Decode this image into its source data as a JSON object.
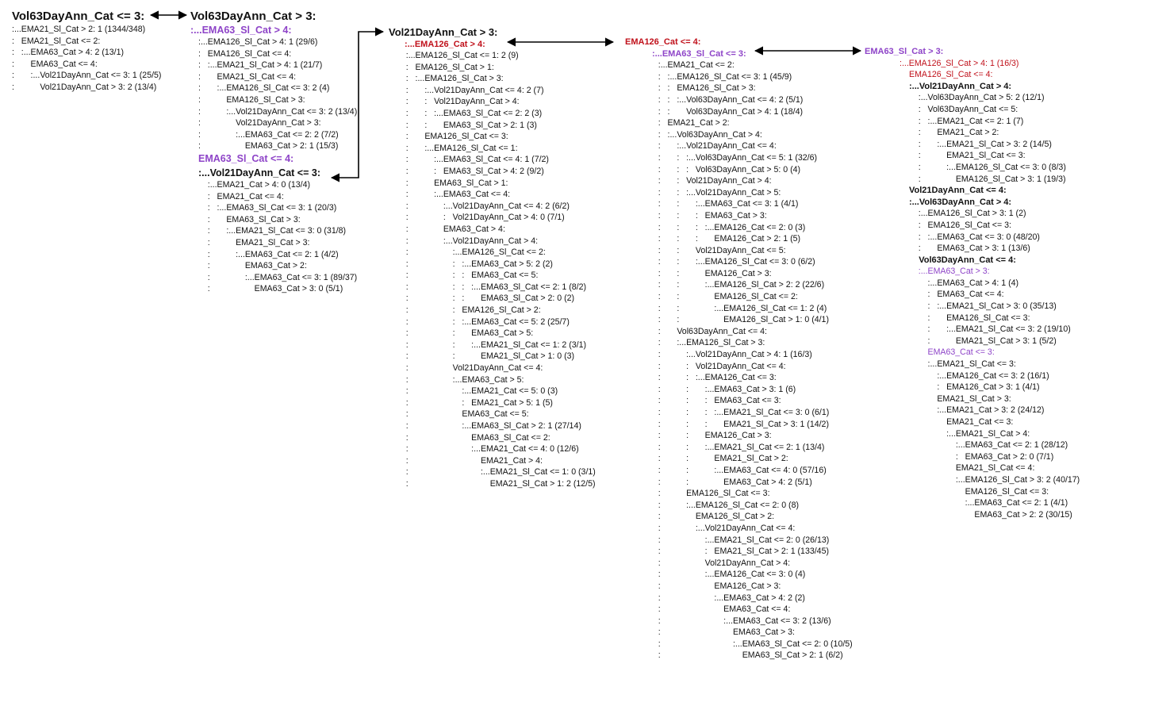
{
  "colors": {
    "text": "#111111",
    "purple": "#8e44c8",
    "red": "#c0101a"
  },
  "col1": {
    "title": "Vol63DayAnn_Cat <= 3:",
    "lines": [
      ":...EMA21_Sl_Cat > 2: 1 (1344/348)",
      ":   EMA21_Sl_Cat <= 2:",
      ":   :...EMA63_Cat > 4: 2 (13/1)",
      ":       EMA63_Cat <= 4:",
      ":       :...Vol21DayAnn_Cat <= 3: 1 (25/5)",
      ":           Vol21DayAnn_Cat > 3: 2 (13/4)"
    ]
  },
  "col2": {
    "title": "Vol63DayAnn_Cat > 3:",
    "sub1": ":...EMA63_Sl_Cat > 4:",
    "lines1": [
      ":...EMA126_Sl_Cat > 4: 1 (29/6)",
      ":   EMA126_Sl_Cat <= 4:",
      ":   :...EMA21_Sl_Cat > 4: 1 (21/7)",
      ":       EMA21_Sl_Cat <= 4:",
      ":       :...EMA126_Sl_Cat <= 3: 2 (4)",
      ":           EMA126_Sl_Cat > 3:",
      ":           :...Vol21DayAnn_Cat <= 3: 2 (13/4)",
      ":               Vol21DayAnn_Cat > 3:",
      ":               :...EMA63_Cat <= 2: 2 (7/2)",
      ":                   EMA63_Cat > 2: 1 (15/3)"
    ],
    "sub2": "EMA63_Sl_Cat <= 4:",
    "sub3": ":...Vol21DayAnn_Cat <= 3:",
    "lines2": [
      "    :...EMA21_Cat > 4: 0 (13/4)",
      "    :   EMA21_Cat <= 4:",
      "    :   :...EMA63_Sl_Cat <= 3: 1 (20/3)",
      "    :       EMA63_Sl_Cat > 3:",
      "    :       :...EMA21_Sl_Cat <= 3: 0 (31/8)",
      "    :           EMA21_Sl_Cat > 3:",
      "    :           :...EMA63_Cat <= 2: 1 (4/2)",
      "    :               EMA63_Cat > 2:",
      "    :               :...EMA63_Cat <= 3: 1 (89/37)",
      "    :                   EMA63_Cat > 3: 0 (5/1)"
    ]
  },
  "col3": {
    "title": "Vol21DayAnn_Cat > 3:",
    "sub": ":...EMA126_Cat > 4:",
    "lines": [
      "    :...EMA126_Sl_Cat <= 1: 2 (9)",
      "    :   EMA126_Sl_Cat > 1:",
      "    :   :...EMA126_Sl_Cat > 3:",
      "    :       :...Vol21DayAnn_Cat <= 4: 2 (7)",
      "    :       :   Vol21DayAnn_Cat > 4:",
      "    :       :   :...EMA63_Sl_Cat <= 2: 2 (3)",
      "    :       :       EMA63_Sl_Cat > 2: 1 (3)",
      "    :       EMA126_Sl_Cat <= 3:",
      "    :       :...EMA126_Sl_Cat <= 1:",
      "    :           :...EMA63_Sl_Cat <= 4: 1 (7/2)",
      "    :           :   EMA63_Sl_Cat > 4: 2 (9/2)",
      "    :           EMA63_Sl_Cat > 1:",
      "    :           :...EMA63_Cat <= 4:",
      "    :               :...Vol21DayAnn_Cat <= 4: 2 (6/2)",
      "    :               :   Vol21DayAnn_Cat > 4: 0 (7/1)",
      "    :               EMA63_Cat > 4:",
      "    :               :...Vol21DayAnn_Cat > 4:",
      "    :                   :...EMA126_Sl_Cat <= 2:",
      "    :                   :   :...EMA63_Cat > 5: 2 (2)",
      "    :                   :   :   EMA63_Cat <= 5:",
      "    :                   :   :   :...EMA63_Sl_Cat <= 2: 1 (8/2)",
      "    :                   :   :       EMA63_Sl_Cat > 2: 0 (2)",
      "    :                   :   EMA126_Sl_Cat > 2:",
      "    :                   :   :...EMA63_Cat <= 5: 2 (25/7)",
      "    :                   :       EMA63_Cat > 5:",
      "    :                   :       :...EMA21_Sl_Cat <= 1: 2 (3/1)",
      "    :                   :           EMA21_Sl_Cat > 1: 0 (3)",
      "    :                   Vol21DayAnn_Cat <= 4:",
      "    :                   :...EMA63_Cat > 5:",
      "    :                       :...EMA21_Cat <= 5: 0 (3)",
      "    :                       :   EMA21_Cat > 5: 1 (5)",
      "    :                       EMA63_Cat <= 5:",
      "    :                       :...EMA63_Sl_Cat > 2: 1 (27/14)",
      "    :                           EMA63_Sl_Cat <= 2:",
      "    :                           :...EMA21_Cat <= 4: 0 (12/6)",
      "    :                               EMA21_Cat > 4:",
      "    :                               :...EMA21_Sl_Cat <= 1: 0 (3/1)",
      "    :                                   EMA21_Sl_Cat > 1: 2 (12/5)"
    ]
  },
  "col4": {
    "title": "EMA126_Cat <= 4:",
    "sub": ":...EMA63_Sl_Cat <= 3:",
    "lines": [
      "    :...EMA21_Cat <= 2:",
      "    :   :...EMA126_Sl_Cat <= 3: 1 (45/9)",
      "    :   :   EMA126_Sl_Cat > 3:",
      "    :   :   :...Vol63DayAnn_Cat <= 4: 2 (5/1)",
      "    :   :       Vol63DayAnn_Cat > 4: 1 (18/4)",
      "    :   EMA21_Cat > 2:",
      "    :   :...Vol63DayAnn_Cat > 4:",
      "    :       :...Vol21DayAnn_Cat <= 4:",
      "    :       :   :...Vol63DayAnn_Cat <= 5: 1 (32/6)",
      "    :       :   :   Vol63DayAnn_Cat > 5: 0 (4)",
      "    :       :   Vol21DayAnn_Cat > 4:",
      "    :       :   :...Vol21DayAnn_Cat > 5:",
      "    :       :       :...EMA63_Cat <= 3: 1 (4/1)",
      "    :       :       :   EMA63_Cat > 3:",
      "    :       :       :   :...EMA126_Cat <= 2: 0 (3)",
      "    :       :       :       EMA126_Cat > 2: 1 (5)",
      "    :       :       Vol21DayAnn_Cat <= 5:",
      "    :       :       :...EMA126_Sl_Cat <= 3: 0 (6/2)",
      "    :       :           EMA126_Cat > 3:",
      "    :       :           :...EMA126_Sl_Cat > 2: 2 (22/6)",
      "    :       :               EMA126_Sl_Cat <= 2:",
      "    :       :               :...EMA126_Sl_Cat <= 1: 2 (4)",
      "    :       :                   EMA126_Sl_Cat > 1: 0 (4/1)",
      "    :       Vol63DayAnn_Cat <= 4:",
      "    :       :...EMA126_Sl_Cat > 3:",
      "    :           :...Vol21DayAnn_Cat > 4: 1 (16/3)",
      "    :           :   Vol21DayAnn_Cat <= 4:",
      "    :           :   :...EMA126_Cat <= 3:",
      "    :           :       :...EMA63_Cat > 3: 1 (6)",
      "    :           :       :   EMA63_Cat <= 3:",
      "    :           :       :   :...EMA21_Sl_Cat <= 3: 0 (6/1)",
      "    :           :       :       EMA21_Sl_Cat > 3: 1 (14/2)",
      "    :           :       EMA126_Cat > 3:",
      "    :           :       :...EMA21_Sl_Cat <= 2: 1 (13/4)",
      "    :           :           EMA21_Sl_Cat > 2:",
      "    :           :           :...EMA63_Cat <= 4: 0 (57/16)",
      "    :           :               EMA63_Cat > 4: 2 (5/1)",
      "    :           EMA126_Sl_Cat <= 3:",
      "    :           :...EMA126_Sl_Cat <= 2: 0 (8)",
      "    :               EMA126_Sl_Cat > 2:",
      "    :               :...Vol21DayAnn_Cat <= 4:",
      "    :                   :...EMA21_Sl_Cat <= 2: 0 (26/13)",
      "    :                   :   EMA21_Sl_Cat > 2: 1 (133/45)",
      "    :                   Vol21DayAnn_Cat > 4:",
      "    :                   :...EMA126_Cat <= 3: 0 (4)",
      "    :                       EMA126_Cat > 3:",
      "    :                       :...EMA63_Cat > 4: 2 (2)",
      "    :                           EMA63_Cat <= 4:",
      "    :                           :...EMA63_Cat <= 3: 2 (13/6)",
      "    :                               EMA63_Cat > 3:",
      "    :                               :...EMA63_Sl_Cat <= 2: 0 (10/5)",
      "    :                                   EMA63_Sl_Cat > 2: 1 (6/2)"
    ]
  },
  "col5": {
    "title": "EMA63_Sl_Cat > 3:",
    "sub": ":...EMA126_Sl_Cat > 4: 1 (16/3)",
    "sub2": "EMA126_Sl_Cat <= 4:",
    "lines": [
      {
        "t": ":...Vol21DayAnn_Cat > 4:",
        "s": "b"
      },
      {
        "t": "    :...Vol63DayAnn_Cat > 5: 2 (12/1)"
      },
      {
        "t": "    :   Vol63DayAnn_Cat <= 5:"
      },
      {
        "t": "    :   :...EMA21_Cat <= 2: 1 (7)"
      },
      {
        "t": "    :       EMA21_Cat > 2:"
      },
      {
        "t": "    :       :...EMA21_Sl_Cat > 3: 2 (14/5)"
      },
      {
        "t": "    :           EMA21_Sl_Cat <= 3:"
      },
      {
        "t": "    :           :...EMA126_Sl_Cat <= 3: 0 (8/3)"
      },
      {
        "t": "    :               EMA126_Sl_Cat > 3: 1 (19/3)"
      },
      {
        "t": "Vol21DayAnn_Cat <= 4:",
        "s": "b"
      },
      {
        "t": ":...Vol63DayAnn_Cat > 4:",
        "s": "b"
      },
      {
        "t": "    :...EMA126_Sl_Cat > 3: 1 (2)"
      },
      {
        "t": "    :   EMA126_Sl_Cat <= 3:"
      },
      {
        "t": "    :   :...EMA63_Cat <= 3: 0 (48/20)"
      },
      {
        "t": "    :       EMA63_Cat > 3: 1 (13/6)"
      },
      {
        "t": "    Vol63DayAnn_Cat <= 4:",
        "s": "b"
      },
      {
        "t": "    :...EMA63_Cat > 3:",
        "s": "p"
      },
      {
        "t": "        :...EMA63_Cat > 4: 1 (4)"
      },
      {
        "t": "        :   EMA63_Cat <= 4:"
      },
      {
        "t": "        :   :...EMA21_Sl_Cat > 3: 0 (35/13)"
      },
      {
        "t": "        :       EMA126_Sl_Cat <= 3:"
      },
      {
        "t": "        :       :...EMA21_Sl_Cat <= 3: 2 (19/10)"
      },
      {
        "t": "        :           EMA21_Sl_Cat > 3: 1 (5/2)"
      },
      {
        "t": "        EMA63_Cat <= 3:",
        "s": "p"
      },
      {
        "t": "        :...EMA21_Sl_Cat <= 3:"
      },
      {
        "t": "            :...EMA126_Cat <= 3: 2 (16/1)"
      },
      {
        "t": "            :   EMA126_Cat > 3: 1 (4/1)"
      },
      {
        "t": "            EMA21_Sl_Cat > 3:"
      },
      {
        "t": "            :...EMA21_Cat > 3: 2 (24/12)"
      },
      {
        "t": "                EMA21_Cat <= 3:"
      },
      {
        "t": "                :...EMA21_Sl_Cat > 4:"
      },
      {
        "t": "                    :...EMA63_Cat <= 2: 1 (28/12)"
      },
      {
        "t": "                    :   EMA63_Cat > 2: 0 (7/1)"
      },
      {
        "t": "                    EMA21_Sl_Cat <= 4:"
      },
      {
        "t": "                    :...EMA126_Sl_Cat > 3: 2 (40/17)"
      },
      {
        "t": "                        EMA126_Sl_Cat <= 3:"
      },
      {
        "t": "                        :...EMA63_Cat <= 2: 1 (4/1)"
      },
      {
        "t": "                            EMA63_Cat > 2: 2 (30/15)"
      }
    ]
  }
}
